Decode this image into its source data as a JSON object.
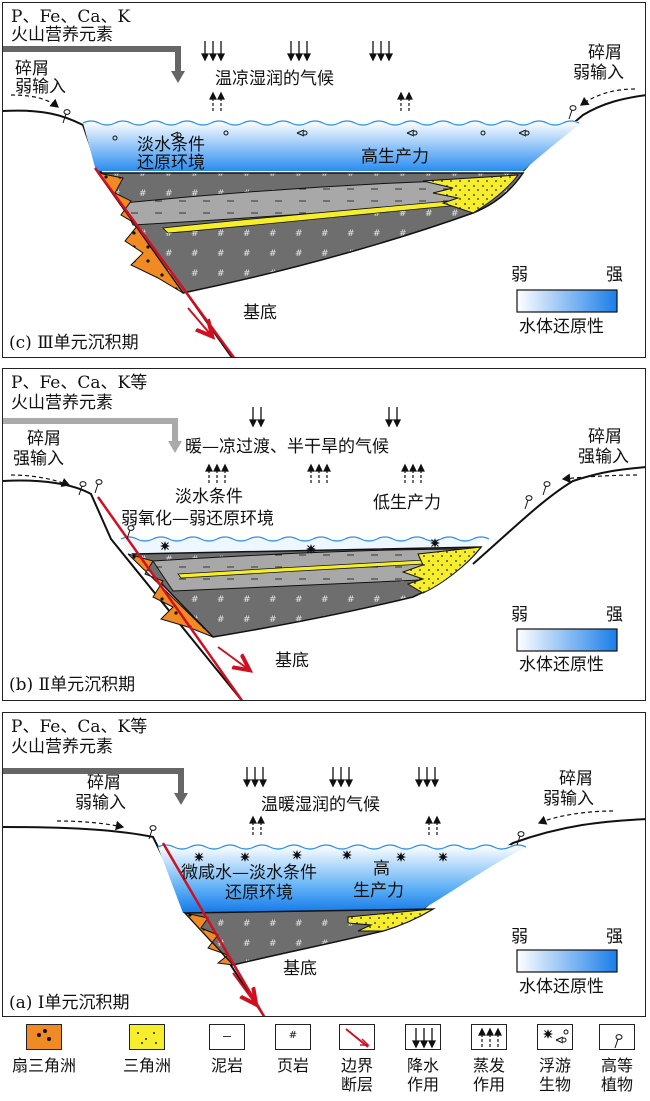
{
  "panels": {
    "c": {
      "caption": "(c) Ⅲ单元沉积期",
      "nutrients_line1": "P、Fe、Ca、K",
      "nutrients_line2": "火山营养元素",
      "climate": "温凉湿润的气候",
      "debris_left_1": "碎屑",
      "debris_left_2": "弱输入",
      "debris_right_1": "碎屑",
      "debris_right_2": "弱输入",
      "water_1": "淡水条件",
      "water_2": "还原环境",
      "productivity": "高生产力",
      "basement": "基底",
      "scale_weak": "弱",
      "scale_strong": "强",
      "scale_label": "水体还原性"
    },
    "b": {
      "caption": "(b) Ⅱ单元沉积期",
      "nutrients_line1": "P、Fe、Ca、K等",
      "nutrients_line2": "火山营养元素",
      "climate": "暖—凉过渡、半干旱的气候",
      "debris_left_1": "碎屑",
      "debris_left_2": "强输入",
      "debris_right_1": "碎屑",
      "debris_right_2": "强输入",
      "water_1": "淡水条件",
      "water_2": "弱氧化—弱还原环境",
      "productivity": "低生产力",
      "basement": "基底",
      "scale_weak": "弱",
      "scale_strong": "强",
      "scale_label": "水体还原性"
    },
    "a": {
      "caption": "(a) Ⅰ单元沉积期",
      "nutrients_line1": "P、Fe、Ca、K等",
      "nutrients_line2": "火山营养元素",
      "climate": "温暖湿润的气候",
      "debris_left_1": "碎屑",
      "debris_left_2": "弱输入",
      "debris_right_1": "碎屑",
      "debris_right_2": "弱输入",
      "water_1": "微咸水—淡水条件",
      "water_2": "还原环境",
      "productivity_1": "高",
      "productivity_2": "生产力",
      "basement": "基底",
      "scale_weak": "弱",
      "scale_strong": "强",
      "scale_label": "水体还原性"
    }
  },
  "legend": {
    "fan_delta": "扇三角洲",
    "delta": "三角洲",
    "mudstone": "泥岩",
    "shale": "页岩",
    "boundary_fault_1": "边界",
    "boundary_fault_2": "断层",
    "precipitation_1": "降水",
    "precipitation_2": "作用",
    "evaporation_1": "蒸发",
    "evaporation_2": "作用",
    "plankton_1": "浮游",
    "plankton_2": "生物",
    "higher_plants_1": "高等",
    "higher_plants_2": "植物"
  },
  "colors": {
    "fan_delta": "#f08a24",
    "delta": "#f6ee2a",
    "shale": "#6e6e6e",
    "mudstone": "#a8a8a8",
    "water_deep": "#1e88f0",
    "fault": "#d01020"
  }
}
